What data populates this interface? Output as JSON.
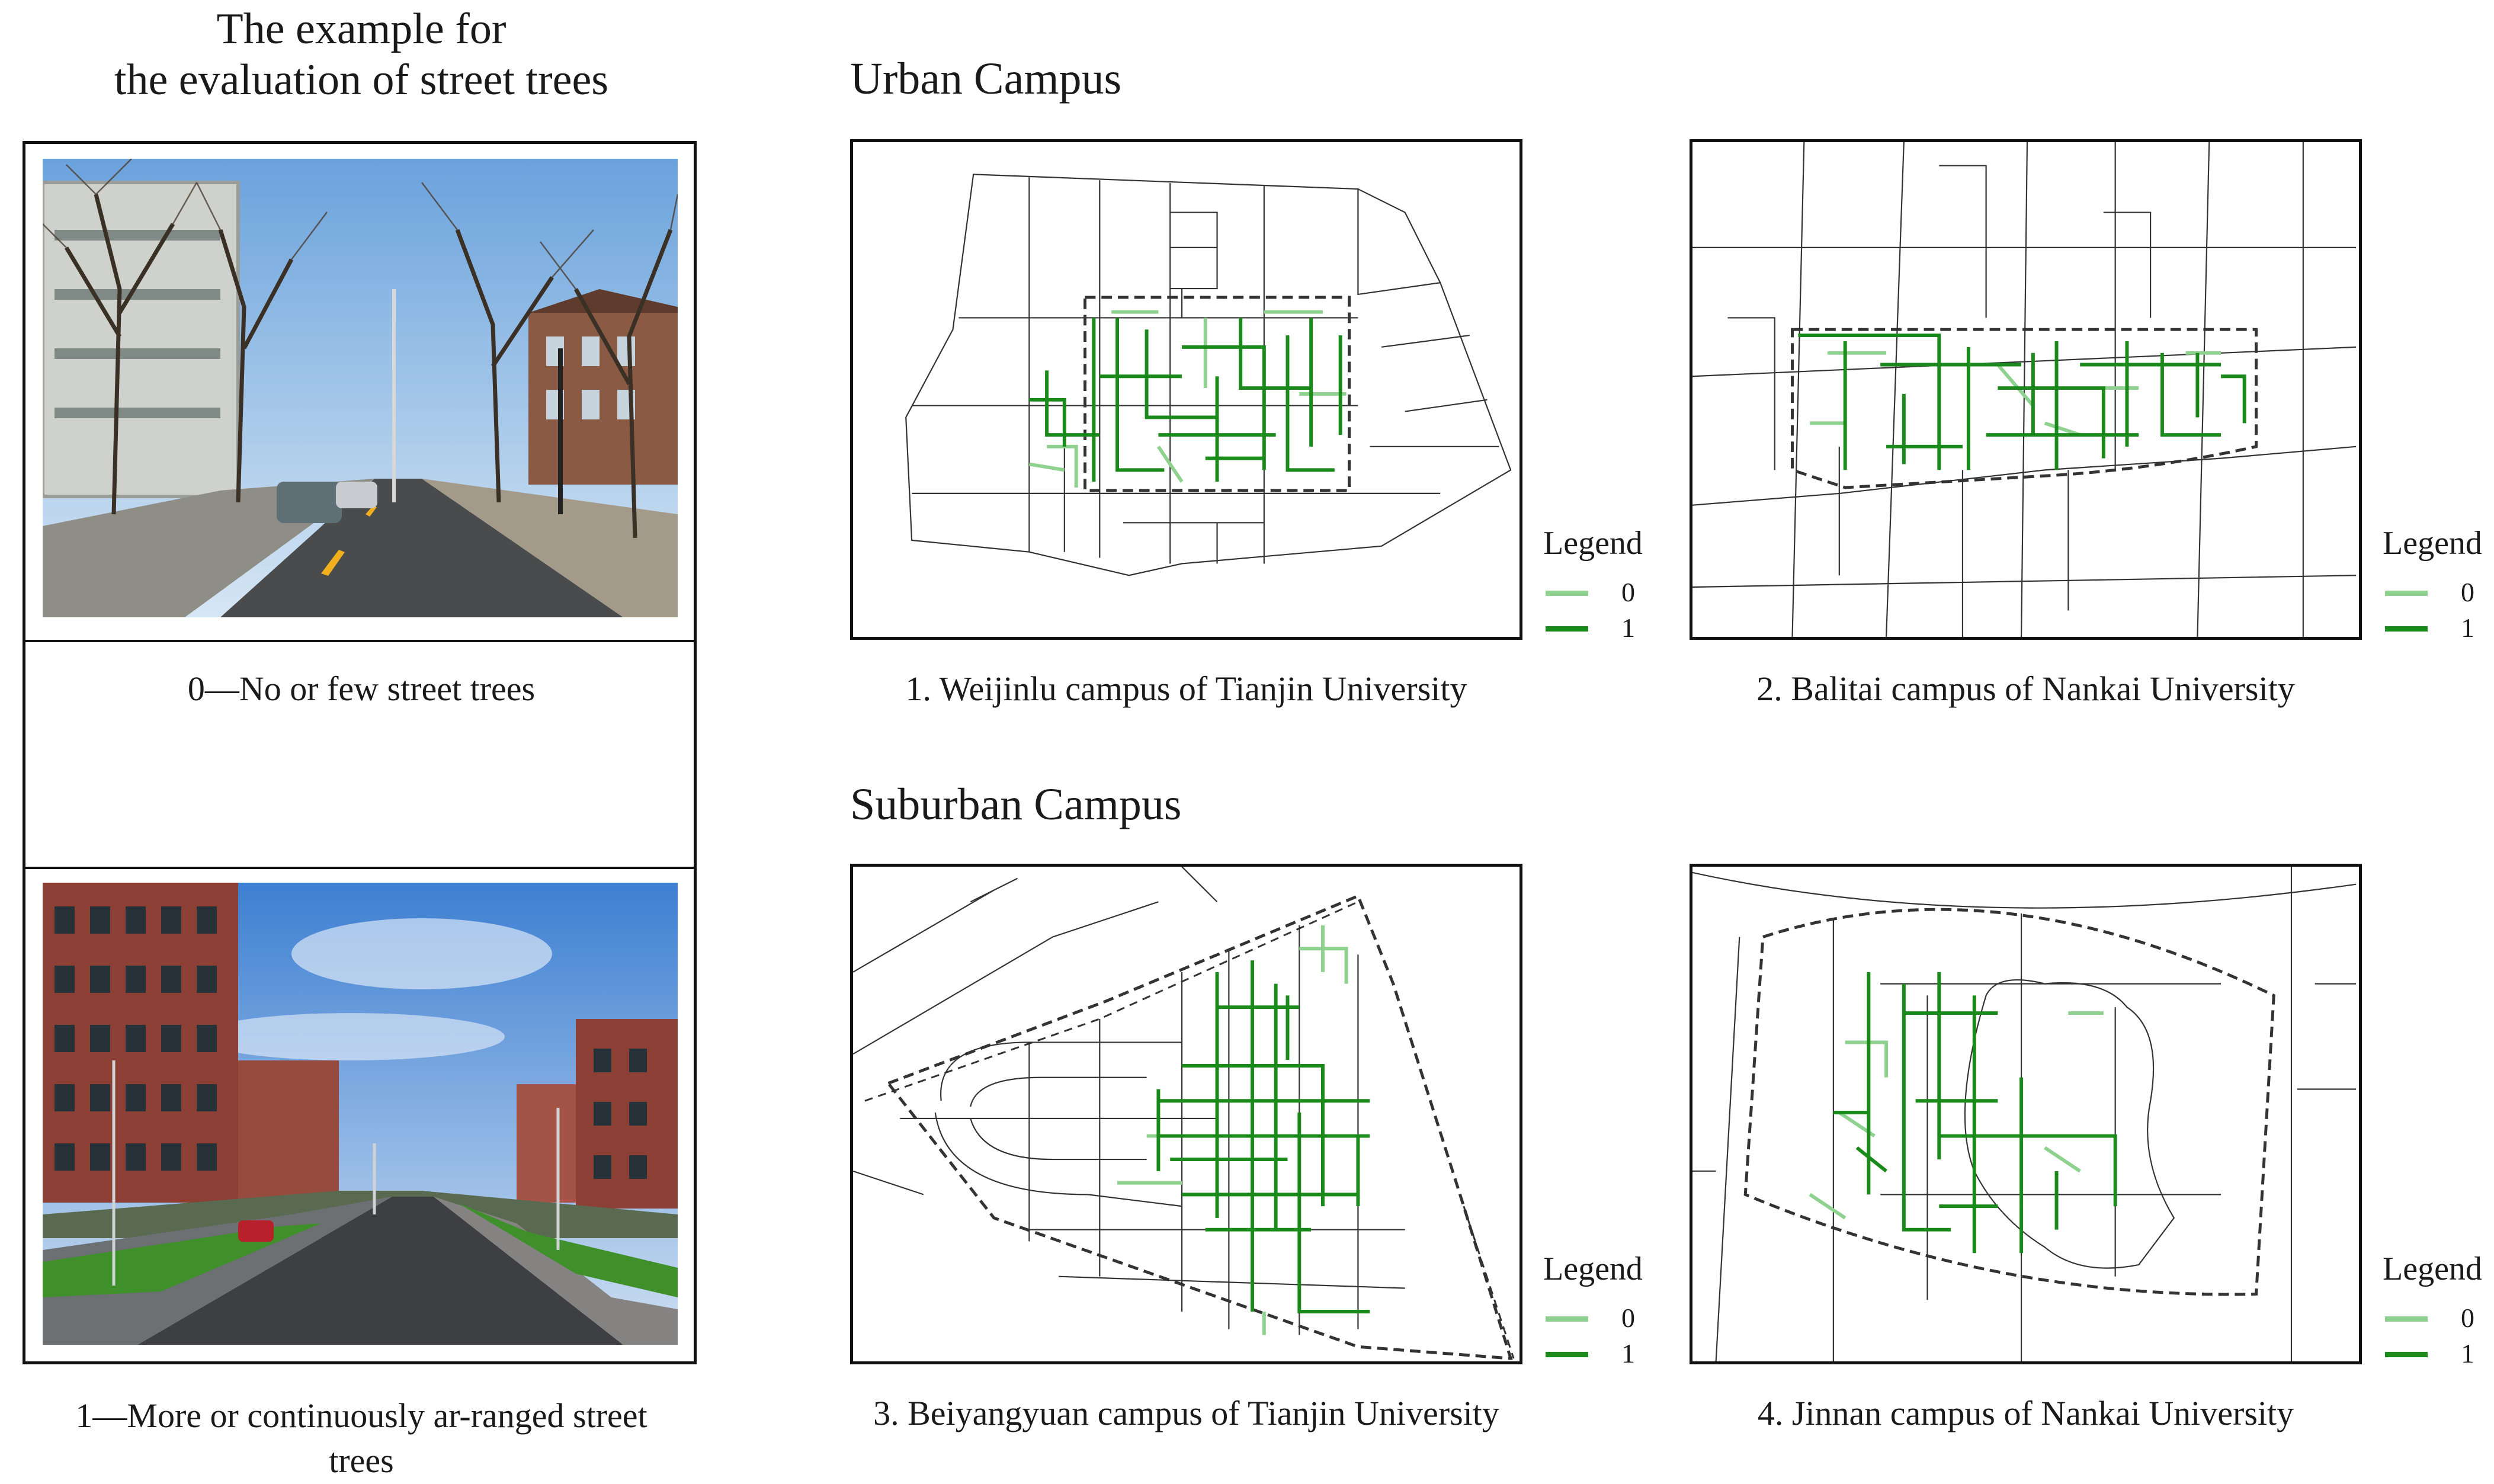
{
  "left": {
    "title_line1": "The example for",
    "title_line2": "the evaluation of street trees",
    "caption_0": "0—No or few street trees",
    "caption_1_line1": "1—More or continuously ar-ranged street",
    "caption_1_line2": "trees"
  },
  "sections": {
    "urban": "Urban Campus",
    "suburban": "Suburban Campus"
  },
  "maps": [
    {
      "caption": "1. Weijinlu campus of Tianjin University"
    },
    {
      "caption": "2. Balitai campus of Nankai University"
    },
    {
      "caption": "3. Beiyangyuan campus of Tianjin University"
    },
    {
      "caption": "4. Jinnan campus of Nankai University"
    }
  ],
  "legend": {
    "title": "Legend",
    "items": [
      {
        "label": "0",
        "color": "#8fd18f"
      },
      {
        "label": "1",
        "color": "#1a8a1a"
      }
    ]
  },
  "colors": {
    "street_no_trees": "#8fd18f",
    "street_trees": "#1a8a1a",
    "street_base": "#333333",
    "boundary": "#333333"
  }
}
